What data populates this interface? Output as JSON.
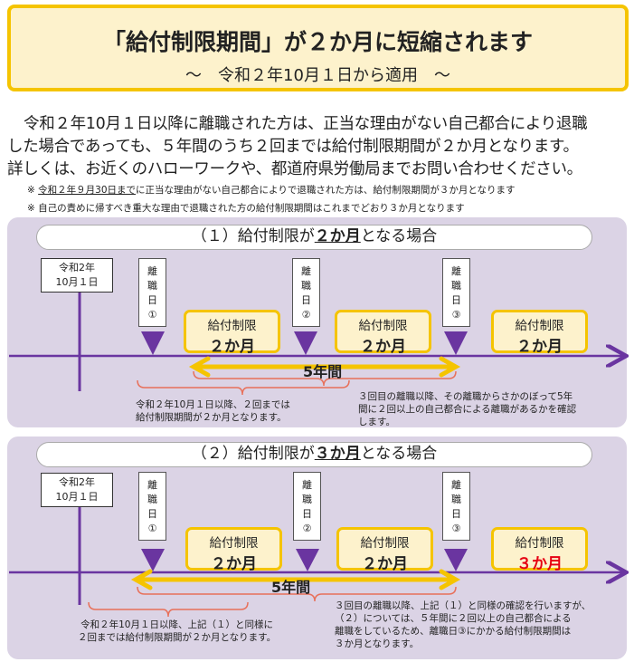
{
  "header": {
    "title": "「給付制限期間」が２か月に短縮されます",
    "subtitle": "～　令和２年10月１日から適用　～"
  },
  "intro": [
    "令和２年10月１日以降に離職された方は、正当な理由がない自己都合により退職",
    "した場合であっても、５年間のうち２回までは給付制限期間が２か月となります。",
    "詳しくは、お近くのハローワークや、都道府県労働局までお問い合わせください。"
  ],
  "notes": [
    {
      "mark": "※",
      "underlined": "令和２年９月30日まで",
      "rest": "に正当な理由がない自己都合によりで退職された方は、給付制限期間が３か月となります"
    },
    {
      "mark": "※",
      "underlined": "",
      "rest": "自己の責めに帰すべき重大な理由で退職された方の給付制限期間はこれまでどおり３か月となります"
    }
  ],
  "colors": {
    "accent_yellow": "#f5c400",
    "purple": "#6a35a0",
    "panel": "#dbd3e5",
    "brace": "#e8705a",
    "red": "#e60012"
  },
  "case1": {
    "pre": "（１）給付制限が",
    "em": "２か月",
    "post": "となる場合",
    "date": [
      "令和2年",
      "10月１日"
    ],
    "separations": [
      "離職日①",
      "離職日②",
      "離職日③"
    ],
    "limits": [
      {
        "label": "給付制限",
        "value": "２か月"
      },
      {
        "label": "給付制限",
        "value": "２か月"
      },
      {
        "label": "給付制限",
        "value": "２か月"
      }
    ],
    "span": "5年間",
    "desc_left": [
      "令和２年10月１日以降、２回までは",
      "給付制限期間が２か月となります。"
    ],
    "desc_right": [
      "３回目の離職以降、その離職からさかのぼって5年",
      "間に２回以上の自己都合による離職があるかを確認",
      "します。"
    ]
  },
  "case2": {
    "pre": "（２）給付制限が",
    "em": "３か月",
    "post": "となる場合",
    "date": [
      "令和2年",
      "10月１日"
    ],
    "separations": [
      "離職日①",
      "離職日②",
      "離職日③"
    ],
    "limits": [
      {
        "label": "給付制限",
        "value": "２か月"
      },
      {
        "label": "給付制限",
        "value": "２か月"
      },
      {
        "label": "給付制限",
        "value": "３か月"
      }
    ],
    "span": "5年間",
    "desc_left": [
      "令和２年10月１日以降、上記（１）と同様に",
      "２回までは給付制限期間が２か月となります。"
    ],
    "desc_right": [
      "３回目の離職以降、上記（１）と同様の確認を行いますが、",
      "（２）については、５年間に２回以上の自己都合による",
      "離職をしているため、離職日③にかかる給付制限期間は",
      "３か月となります。"
    ]
  }
}
